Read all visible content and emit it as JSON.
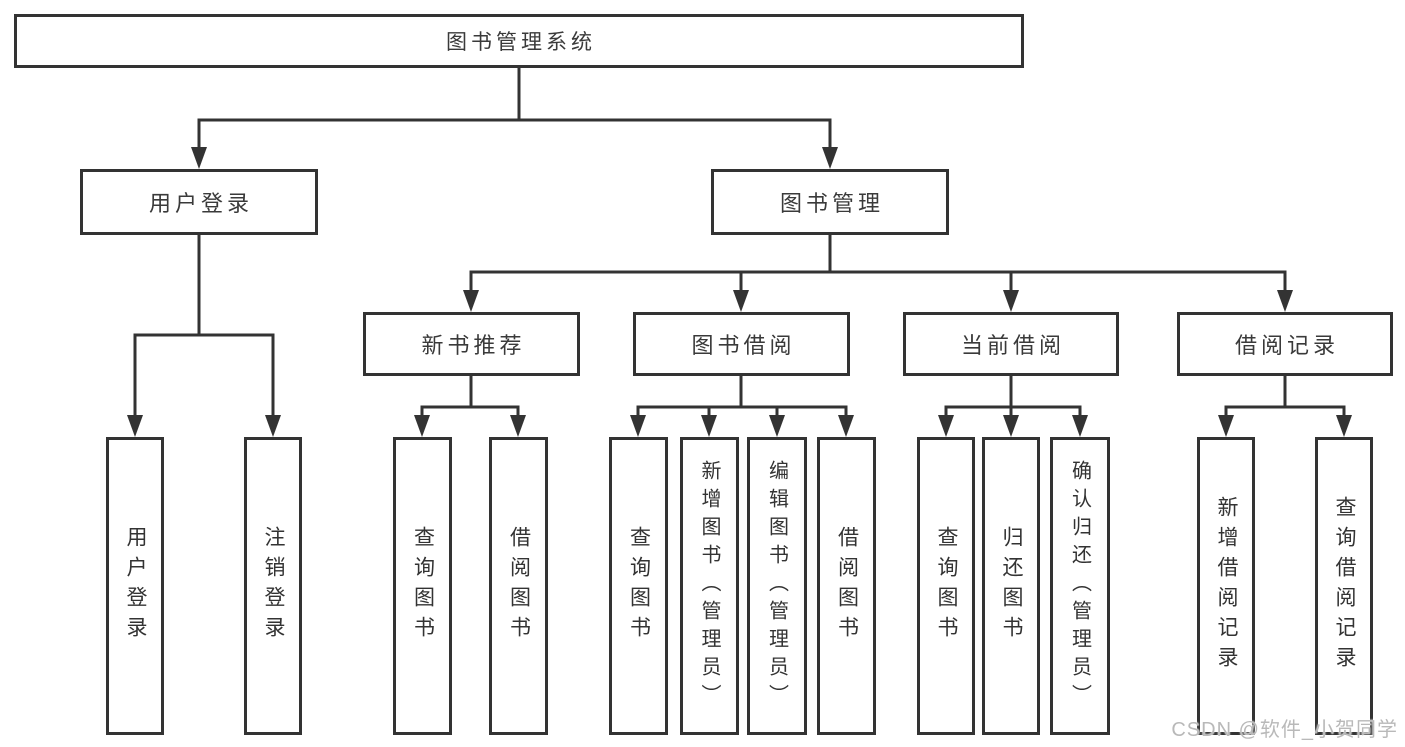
{
  "diagram": {
    "root": {
      "label": "图书管理系统"
    },
    "level1": [
      {
        "label": "用户登录"
      },
      {
        "label": "图书管理"
      }
    ],
    "level2": [
      {
        "label": "新书推荐"
      },
      {
        "label": "图书借阅"
      },
      {
        "label": "当前借阅"
      },
      {
        "label": "借阅记录"
      }
    ],
    "leaves": [
      {
        "group": "用户登录",
        "label": "用户登录"
      },
      {
        "group": "用户登录",
        "label": "注销登录"
      },
      {
        "group": "新书推荐",
        "label": "查询图书"
      },
      {
        "group": "新书推荐",
        "label": "借阅图书"
      },
      {
        "group": "图书借阅",
        "label": "查询图书"
      },
      {
        "group": "图书借阅",
        "label": "新增图书（管理员）"
      },
      {
        "group": "图书借阅",
        "label": "编辑图书（管理员）"
      },
      {
        "group": "图书借阅",
        "label": "借阅图书"
      },
      {
        "group": "当前借阅",
        "label": "查询图书"
      },
      {
        "group": "当前借阅",
        "label": "归还图书"
      },
      {
        "group": "当前借阅",
        "label": "确认归还（管理员）"
      },
      {
        "group": "借阅记录",
        "label": "新增借阅记录"
      },
      {
        "group": "借阅记录",
        "label": "查询借阅记录"
      }
    ],
    "watermark": "CSDN @软件_小贺同学",
    "colors": {
      "line": "#333333",
      "box_border": "#333333",
      "text": "#3a3a3a",
      "watermark": "#b9b9b9",
      "background": "#ffffff"
    }
  }
}
